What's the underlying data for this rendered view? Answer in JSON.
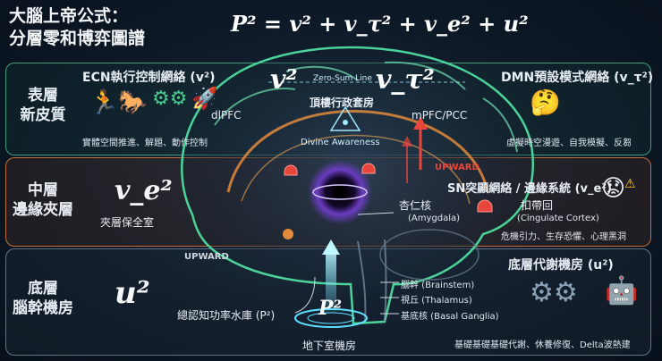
{
  "header": {
    "title_line1": "大腦上帝公式：",
    "title_line2": "分層零和博弈圖譜",
    "formula": "P² = v² + v_τ² + v_e² + u²"
  },
  "layers": {
    "top": {
      "name1": "表層",
      "name2": "新皮質"
    },
    "mid": {
      "name1": "中層",
      "name2": "邊緣夾層"
    },
    "bottom": {
      "name1": "底層",
      "name2": "腦幹機房"
    }
  },
  "ecn": {
    "title": "ECN執行控制網絡 (v²)",
    "desc": "實體空間推進、解題、動作控制",
    "region": "dlPFC",
    "symbol": "v²"
  },
  "dmn": {
    "title": "DMN預設模式網絡 (v_τ²)",
    "desc": "虛擬時空漫遊、自我模擬、反芻",
    "region": "mPFC/PCC",
    "symbol": "v_τ²"
  },
  "center_top": {
    "zero_sum": "Zero-Sum Line",
    "penthouse": "頂樓行政套房",
    "divine": "Divine Awareness"
  },
  "mid_layer": {
    "symbol": "v_e²",
    "room": "夾層保全室",
    "upward": "UPWARD",
    "sn_title": "SN突顯網絡 / 邊緣系統 (v_e²)",
    "amygdala1": "杏仁核",
    "amygdala2": "(Amygdala)",
    "cingulate1": "扣帶回",
    "cingulate2": "(Cingulate Cortex)",
    "sn_desc": "危機引力、生存恐懼、心理黑洞"
  },
  "bottom_layer": {
    "upward": "UPWARD",
    "symbol": "u²",
    "reservoir": "總認知功率水庫 (P²)",
    "basement_symbol": "P²",
    "basement": "地下室機房",
    "brainstem": "腦幹 (Brainstem)",
    "thalamus": "視丘 (Thalamus)",
    "basal": "基底核 (Basal Ganglia)",
    "metab_title": "底層代謝機房 (u²)",
    "metab_desc": "基礎基礎基礎代謝、休養修復、Delta波熱建"
  },
  "colors": {
    "ecn_green": "#49c890",
    "sn_orange": "#e28a3c",
    "base_slate": "#7d93a8",
    "upward_red": "#e8463c",
    "glow_cyan": "#5fe0ff"
  }
}
